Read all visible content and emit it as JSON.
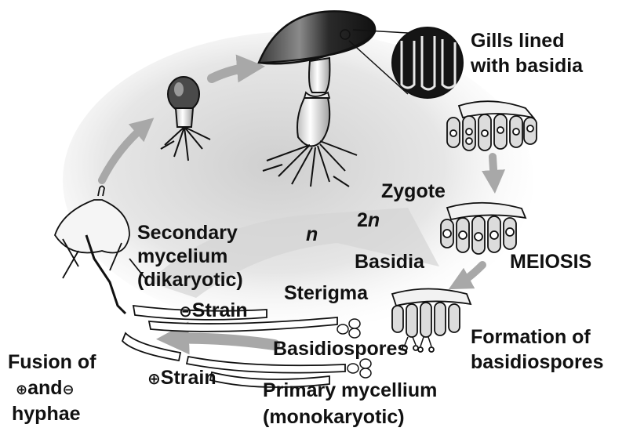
{
  "labels": {
    "gills": [
      "Gills lined",
      "with basidia"
    ],
    "zygote": "Zygote",
    "diploid": "2n",
    "haploid": "n",
    "secondary_mycelium": [
      "Secondary",
      "mycelium",
      "(dikaryotic)"
    ],
    "basidia": "Basidia",
    "meiosis": "MEIOSIS",
    "sterigma": "Sterigma",
    "minus_strain": "Strain",
    "plus_strain": "Strain",
    "basidiospores": "Basidiospores",
    "formation": [
      "Formation of",
      "basidiospores"
    ],
    "fusion": [
      "Fusion of",
      "and",
      "hyphae"
    ],
    "primary_mycelium": [
      "Primary mycellium",
      "(monokaryotic)"
    ]
  },
  "symbols": {
    "plus": "⊕",
    "minus": "⊖"
  },
  "colors": {
    "ink": "#111111",
    "arrow": "#a8a8a8",
    "cap_dark": "#2a2a2a",
    "stem": "#f2f2f2"
  }
}
